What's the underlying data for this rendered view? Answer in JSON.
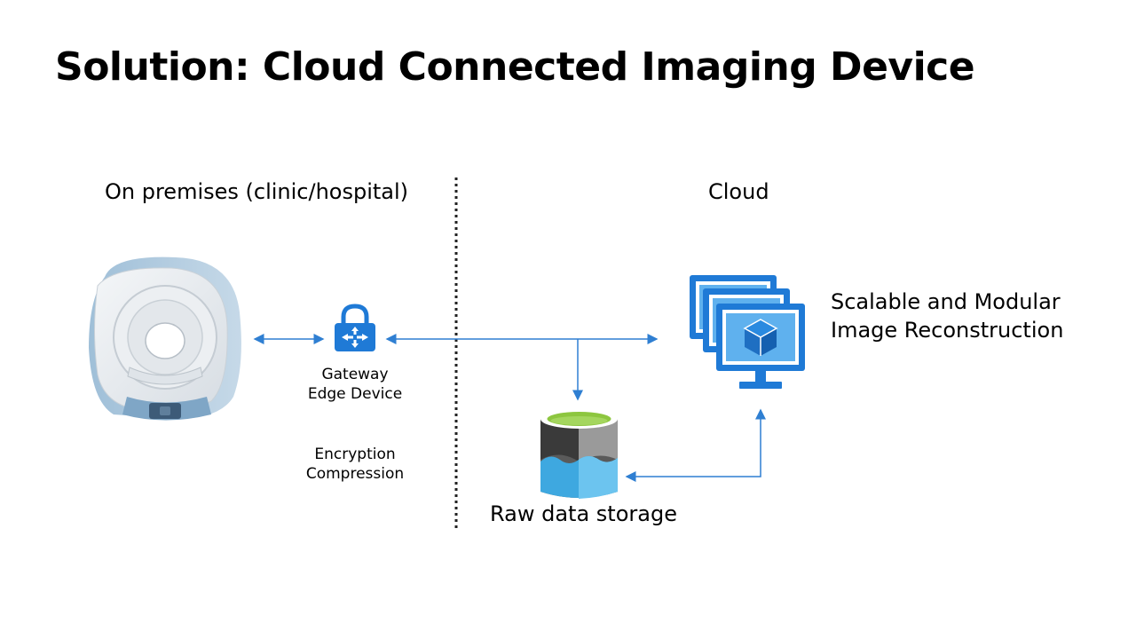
{
  "slide": {
    "title": "Solution: Cloud Connected Imaging Device"
  },
  "sections": {
    "on_premises": "On premises (clinic/hospital)",
    "cloud": "Cloud"
  },
  "gateway": {
    "line1": "Gateway",
    "line2": "Edge Device",
    "feature1": "Encryption",
    "feature2": "Compression",
    "icon": "lock-icon"
  },
  "storage": {
    "label": "Raw data storage",
    "icon": "database-icon"
  },
  "reconstruction": {
    "line1": "Scalable and Modular",
    "line2": "Image Reconstruction",
    "icon": "virtual-machine-scale-set-icon"
  },
  "scanner": {
    "icon": "mri-scanner-icon"
  },
  "colors": {
    "arrow": "#2f7fd2",
    "azure_blue": "#1f7ad6",
    "storage_green": "#8dc63f",
    "storage_dark": "#3a3a3a",
    "storage_blue": "#3ea8e0"
  }
}
